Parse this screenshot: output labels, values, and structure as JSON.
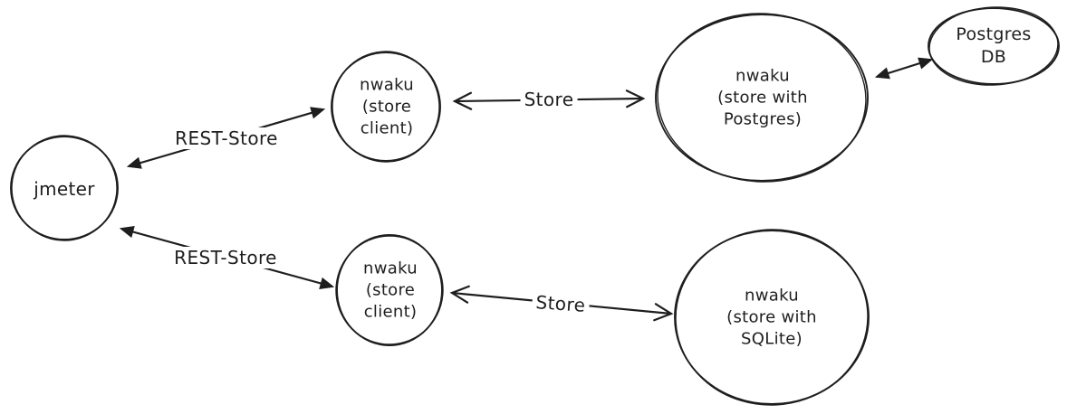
{
  "diagram": {
    "colors": {
      "stroke": "#1e1e1e",
      "background": "#ffffff"
    },
    "nodes": {
      "jmeter": {
        "label": "jmeter",
        "shape": "ellipse"
      },
      "store_client_top": {
        "label": "nwaku\n(store\nclient)",
        "shape": "ellipse"
      },
      "nwaku_postgres": {
        "label": "nwaku\n(store with\nPostgres)",
        "shape": "ellipse"
      },
      "postgres_db": {
        "label": "Postgres\nDB",
        "shape": "ellipse"
      },
      "store_client_bottom": {
        "label": "nwaku\n(store\nclient)",
        "shape": "ellipse"
      },
      "nwaku_sqlite": {
        "label": "nwaku\n(store with\nSQLite)",
        "shape": "ellipse"
      }
    },
    "edges": {
      "rest_store_top": {
        "label": "REST-Store",
        "from": "jmeter",
        "to": "store_client_top",
        "arrow": "double-solid"
      },
      "store_top": {
        "label": "Store",
        "from": "store_client_top",
        "to": "nwaku_postgres",
        "arrow": "double-open"
      },
      "postgres_link": {
        "label": "",
        "from": "nwaku_postgres",
        "to": "postgres_db",
        "arrow": "double-solid"
      },
      "rest_store_bottom": {
        "label": "REST-Store",
        "from": "jmeter",
        "to": "store_client_bottom",
        "arrow": "double-solid"
      },
      "store_bottom": {
        "label": "Store",
        "from": "store_client_bottom",
        "to": "nwaku_sqlite",
        "arrow": "double-open"
      }
    }
  }
}
